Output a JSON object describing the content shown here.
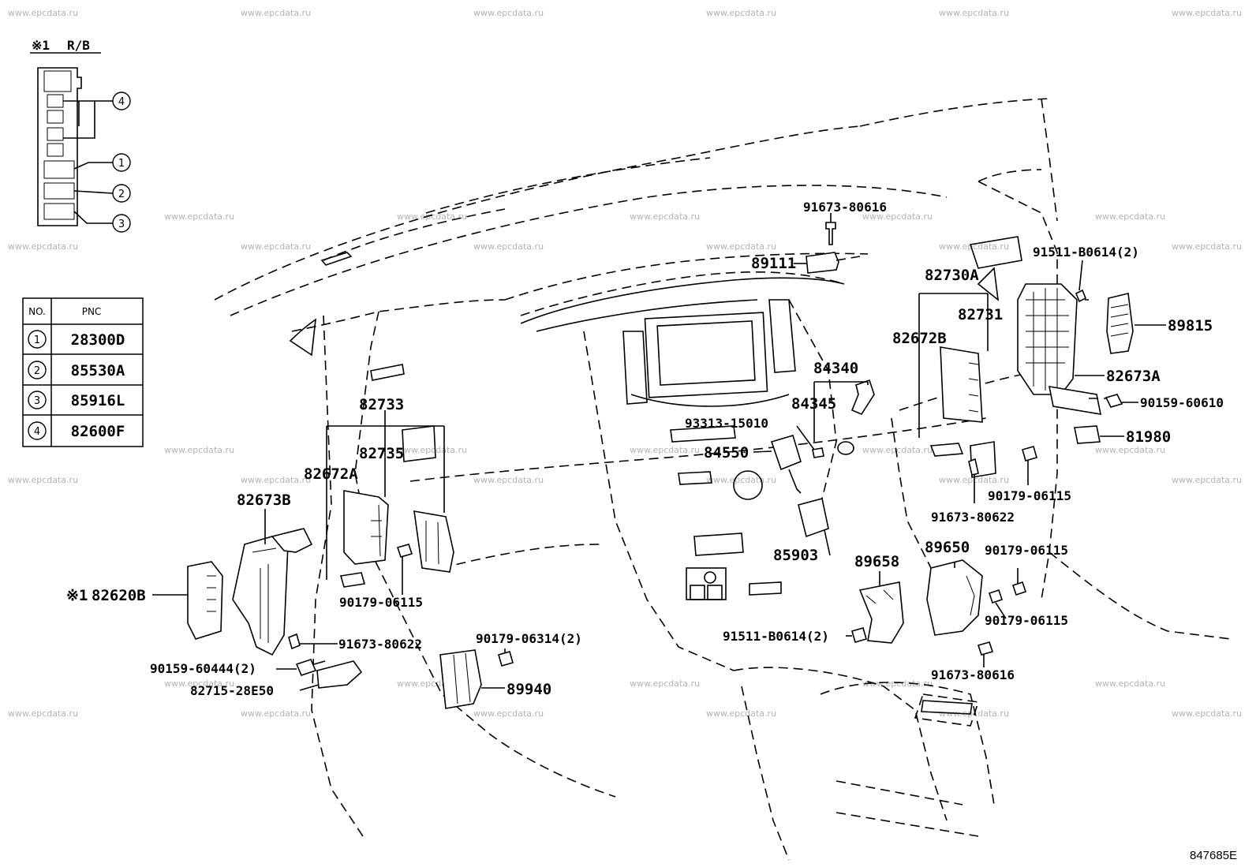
{
  "inset": {
    "title_mark": "※1",
    "title": "R/B",
    "callouts": [
      "4",
      "1",
      "2",
      "3"
    ]
  },
  "table": {
    "headers": [
      "NO.",
      "PNC"
    ],
    "rows": [
      {
        "no": "1",
        "pnc": "28300D"
      },
      {
        "no": "2",
        "pnc": "85530A"
      },
      {
        "no": "3",
        "pnc": "85916L"
      },
      {
        "no": "4",
        "pnc": "82600F"
      }
    ]
  },
  "labels": {
    "p91673_80616_top": "91673-80616",
    "p89111": "89111",
    "p82730A": "82730A",
    "p91511_B0614_top": "91511-B0614(2)",
    "p82731": "82731",
    "p82672B": "82672B",
    "p89815": "89815",
    "p84340": "84340",
    "p82673A": "82673A",
    "p84345": "84345",
    "p90159_60610": "90159-60610",
    "p93313_15010": "93313-15010",
    "p81980": "81980",
    "p84550": "84550",
    "p82733": "82733",
    "p82735": "82735",
    "p82672A": "82672A",
    "p82673B": "82673B",
    "p90179_06115_right1": "90179-06115",
    "p91673_80622_right": "91673-80622",
    "p89650": "89650",
    "p90179_06115_right2": "90179-06115",
    "p85903": "85903",
    "p89658": "89658",
    "p82620B_mark": "※1",
    "p82620B": "82620B",
    "p90179_06115_left": "90179-06115",
    "p91673_80622_left": "91673-80622",
    "p90179_06314": "90179-06314(2)",
    "p90179_06115_right3": "90179-06115",
    "p91511_B0614_bottom": "91511-B0614(2)",
    "p90159_60444": "90159-60444(2)",
    "p91673_80616_bottom": "91673-80616",
    "p89940": "89940",
    "p82715_28E50": "82715-28E50",
    "figure_code": "847685E"
  },
  "watermark": "www.epcdata.ru"
}
